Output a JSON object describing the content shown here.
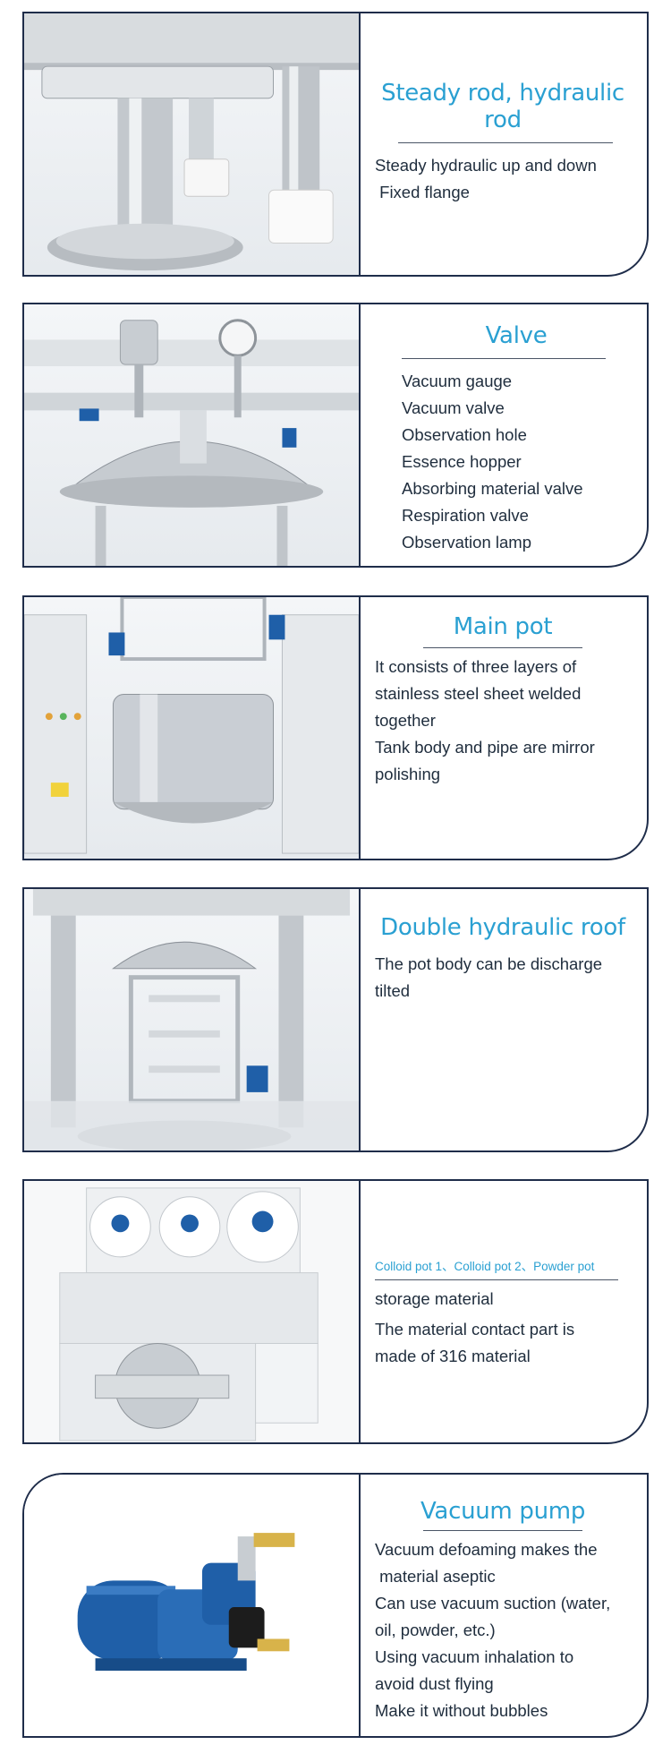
{
  "sections": [
    {
      "title": "Steady rod, hydraulic rod",
      "lines": [
        "Steady hydraulic up and down",
        " Fixed flange"
      ]
    },
    {
      "title": "Valve",
      "lines": [
        "Vacuum gauge",
        "Vacuum valve",
        "Observation hole",
        "Essence hopper",
        "Absorbing material valve",
        "Respiration valve",
        "Observation lamp"
      ]
    },
    {
      "title": "Main pot",
      "lines": [
        "It consists of three layers of",
        "stainless steel sheet welded",
        "together",
        "Tank body and pipe are mirror",
        "polishing"
      ]
    },
    {
      "title": "Double hydraulic roof",
      "lines": [
        "The pot body can be discharge",
        "tilted"
      ]
    },
    {
      "subtitle": "Colloid pot 1、Colloid pot 2、Powder pot",
      "lines": [
        "storage material",
        "The material contact part is",
        "made of 316 material"
      ]
    },
    {
      "title": "Vacuum pump",
      "lines": [
        "Vacuum defoaming makes the",
        " material aseptic",
        "Can use vacuum suction (water,",
        "oil, powder, etc.)",
        "Using vacuum inhalation to",
        "avoid dust flying",
        "Make it without bubbles"
      ]
    }
  ],
  "colors": {
    "accent": "#2aa0d2",
    "border": "#1f2d4a",
    "steel": "#c9ced4",
    "pump_blue": "#1f5fa8"
  }
}
